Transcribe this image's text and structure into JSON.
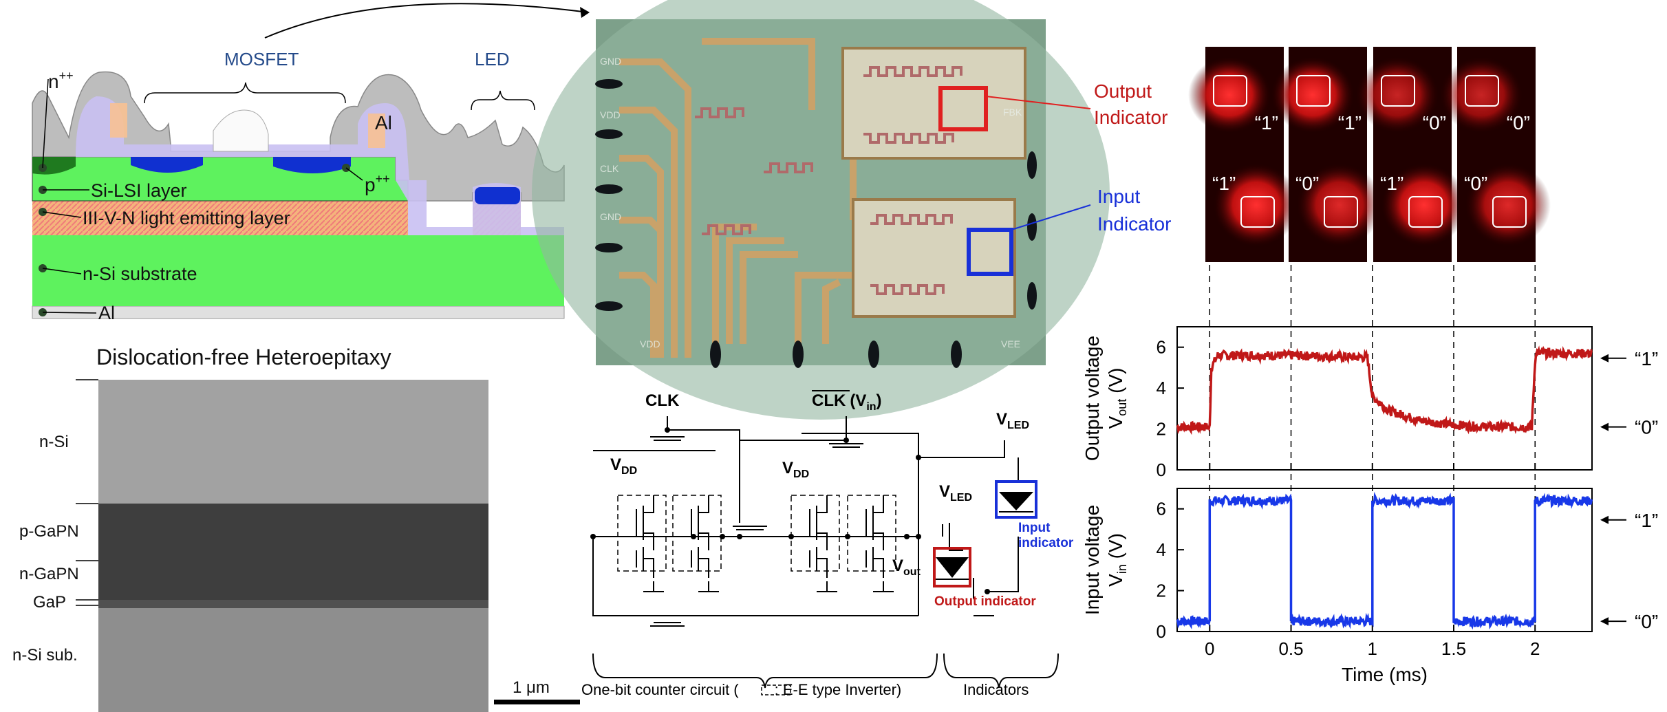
{
  "cross_section": {
    "mosfet": "MOSFET",
    "led": "LED",
    "al_top": "Al",
    "npp": "n",
    "npp_sup": "++",
    "ppp": "p",
    "ppp_sup": "++",
    "si_lsi": "Si-LSI layer",
    "iiivn": "III-V-N light emitting layer",
    "nsi_sub": "n-Si substrate",
    "al_bottom": "Al",
    "colors": {
      "green": "#5ef25e",
      "darkgreen": "#1f7a1f",
      "blue": "#1030d0",
      "orange": "#f2a868",
      "lavender": "#c8bff0",
      "gray": "#b8b8b8"
    }
  },
  "tem": {
    "title": "Dislocation-free Heteroepitaxy",
    "layers": [
      "n-Si",
      "p-GaPN",
      "n-GaPN",
      "GaP",
      "n-Si sub."
    ],
    "scale": "1 μm"
  },
  "chip": {
    "pads": [
      "GND",
      "VDD",
      "CLK",
      "GND",
      "VDD",
      "VEE"
    ],
    "corner": "FBK",
    "output_indicator": [
      "Output",
      "Indicator"
    ],
    "input_indicator": [
      "Input",
      "Indicator"
    ],
    "output_color": "#e02020",
    "input_color": "#1830d8"
  },
  "led_panels": {
    "top": [
      "“1”",
      "“1”",
      "“0”",
      "“0”"
    ],
    "bottom": [
      "“1”",
      "“0”",
      "“1”",
      "“0”"
    ]
  },
  "circuit": {
    "clk": "CLK",
    "clk_bar": "CLK",
    "vin": "(V",
    "vin_sub": "in",
    "vin_end": ")",
    "vdd1": "V",
    "vdd1_sub": "DD",
    "vdd2": "V",
    "vdd2_sub": "DD",
    "vled1": "V",
    "vled1_sub": "LED",
    "vled2": "V",
    "vled2_sub": "LED",
    "vout": "V",
    "vout_sub": "out",
    "input_indicator": [
      "Input",
      "indicator"
    ],
    "output_indicator": "Output indicator",
    "caption_left": "One-bit counter circuit (",
    "caption_mid": ": E-E type Inverter)",
    "caption_right": "Indicators"
  },
  "chart_data": [
    {
      "type": "line",
      "ylabel": "Output voltage",
      "ylabel2": "V",
      "ylabel2_sub": "out",
      "ylabel2_unit": "(V)",
      "ylim": [
        0,
        7
      ],
      "yticks": [
        0,
        2,
        4,
        6
      ],
      "xlim": [
        -0.2,
        2.35
      ],
      "state_labels": [
        "“1”",
        "“0”"
      ],
      "series": [
        {
          "color": "#c01818",
          "x": [
            -0.2,
            0,
            0.01,
            0.05,
            0.5,
            0.97,
            1.0,
            1.1,
            1.3,
            1.5,
            1.7,
            1.98,
            2.0,
            2.01,
            2.35
          ],
          "y": [
            2.1,
            2.1,
            5.0,
            5.6,
            5.6,
            5.5,
            3.6,
            2.9,
            2.4,
            2.2,
            2.1,
            2.1,
            5.3,
            5.7,
            5.7
          ]
        }
      ]
    },
    {
      "type": "line",
      "xlabel": "Time (ms)",
      "ylabel": "Input voltage",
      "ylabel2": "V",
      "ylabel2_sub": "in",
      "ylabel2_unit": "(V)",
      "ylim": [
        0,
        7
      ],
      "yticks": [
        0,
        2,
        4,
        6
      ],
      "xlim": [
        -0.2,
        2.35
      ],
      "xticks": [
        0,
        0.5,
        1,
        1.5,
        2
      ],
      "xticklabels": [
        "0",
        "0.5",
        "1",
        "1.5",
        "2"
      ],
      "state_labels": [
        "“1”",
        "“0”"
      ],
      "series": [
        {
          "color": "#1838e8",
          "x": [
            -0.2,
            0,
            0,
            0.5,
            0.5,
            1.0,
            1.0,
            1.5,
            1.5,
            2.0,
            2.0,
            2.35
          ],
          "y": [
            0.5,
            0.5,
            6.4,
            6.4,
            0.5,
            0.5,
            6.4,
            6.4,
            0.5,
            0.5,
            6.4,
            6.4
          ]
        }
      ]
    }
  ]
}
